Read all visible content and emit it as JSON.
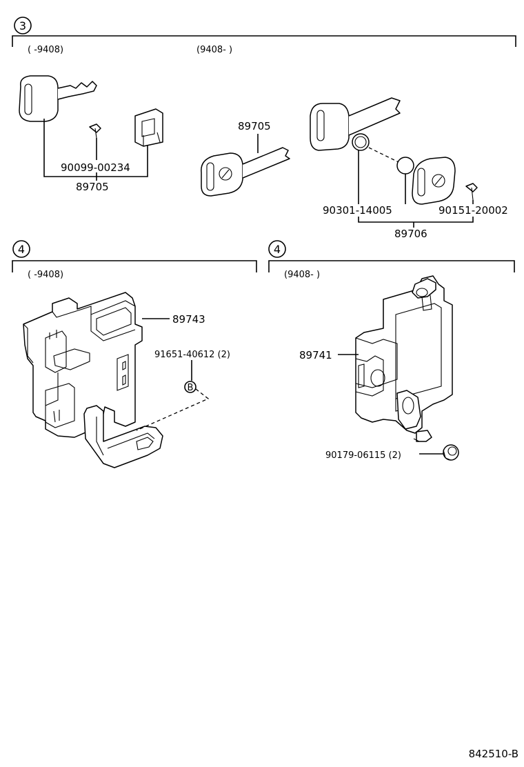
{
  "sections": [
    {
      "number": "3",
      "ranges": [
        "(        -9408)",
        "(9408-        )"
      ]
    },
    {
      "number": "4",
      "ranges": [
        "(        -9408)"
      ]
    },
    {
      "number": "4",
      "ranges": [
        "(9408-        )"
      ]
    }
  ],
  "callouts": {
    "screw_1": "90099-00234",
    "key_assy_1": "89705",
    "key_assy_2": "89705",
    "ring": "90301-14005",
    "screw_2": "90151-20002",
    "key_assy_3": "89706",
    "bracket_1": "89743",
    "bolt_1": "91651-40612 (2)",
    "bolt_marker": "B",
    "bracket_2": "89741",
    "nut_1": "90179-06115 (2)"
  },
  "drawing_number": "842510-B"
}
